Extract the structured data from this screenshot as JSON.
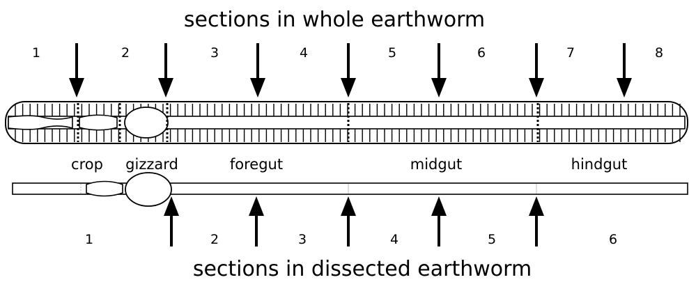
{
  "titles": {
    "top": "sections in whole earthworm",
    "bottom": "sections in dissected earthworm"
  },
  "whole_sections": [
    "1",
    "2",
    "3",
    "4",
    "5",
    "6",
    "7",
    "8"
  ],
  "dissected_sections": [
    "1",
    "2",
    "3",
    "4",
    "5",
    "6"
  ],
  "regions": [
    "crop",
    "gizzard",
    "foregut",
    "midgut",
    "hindgut"
  ],
  "colors": {
    "ink": "#000000",
    "background": "#ffffff",
    "faint_line": "#bbbbbb"
  }
}
